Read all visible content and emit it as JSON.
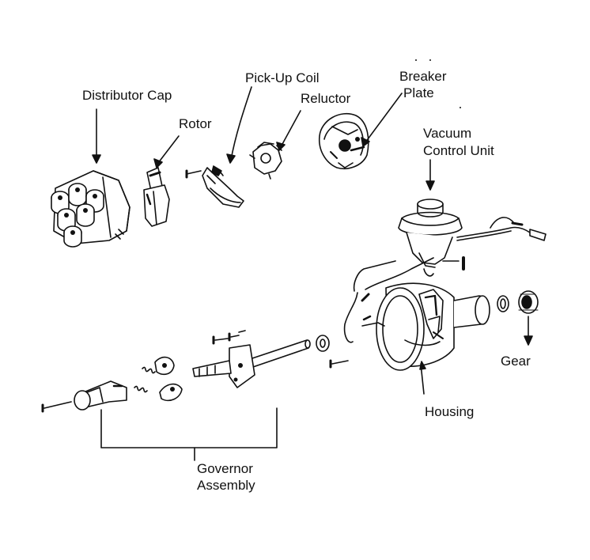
{
  "labels": {
    "distributor_cap": "Distributor Cap",
    "rotor": "Rotor",
    "pickup_coil": "Pick-Up Coil",
    "reluctor": "Reluctor",
    "breaker_plate_1": "Breaker",
    "breaker_plate_2": "Plate",
    "vacuum_1": "Vacuum",
    "vacuum_2": "Control Unit",
    "gear": "Gear",
    "housing": "Housing",
    "governor_1": "Governor",
    "governor_2": "Assembly"
  },
  "colors": {
    "ink": "#111111",
    "paper": "#ffffff",
    "shade": "#d8d8d8"
  }
}
